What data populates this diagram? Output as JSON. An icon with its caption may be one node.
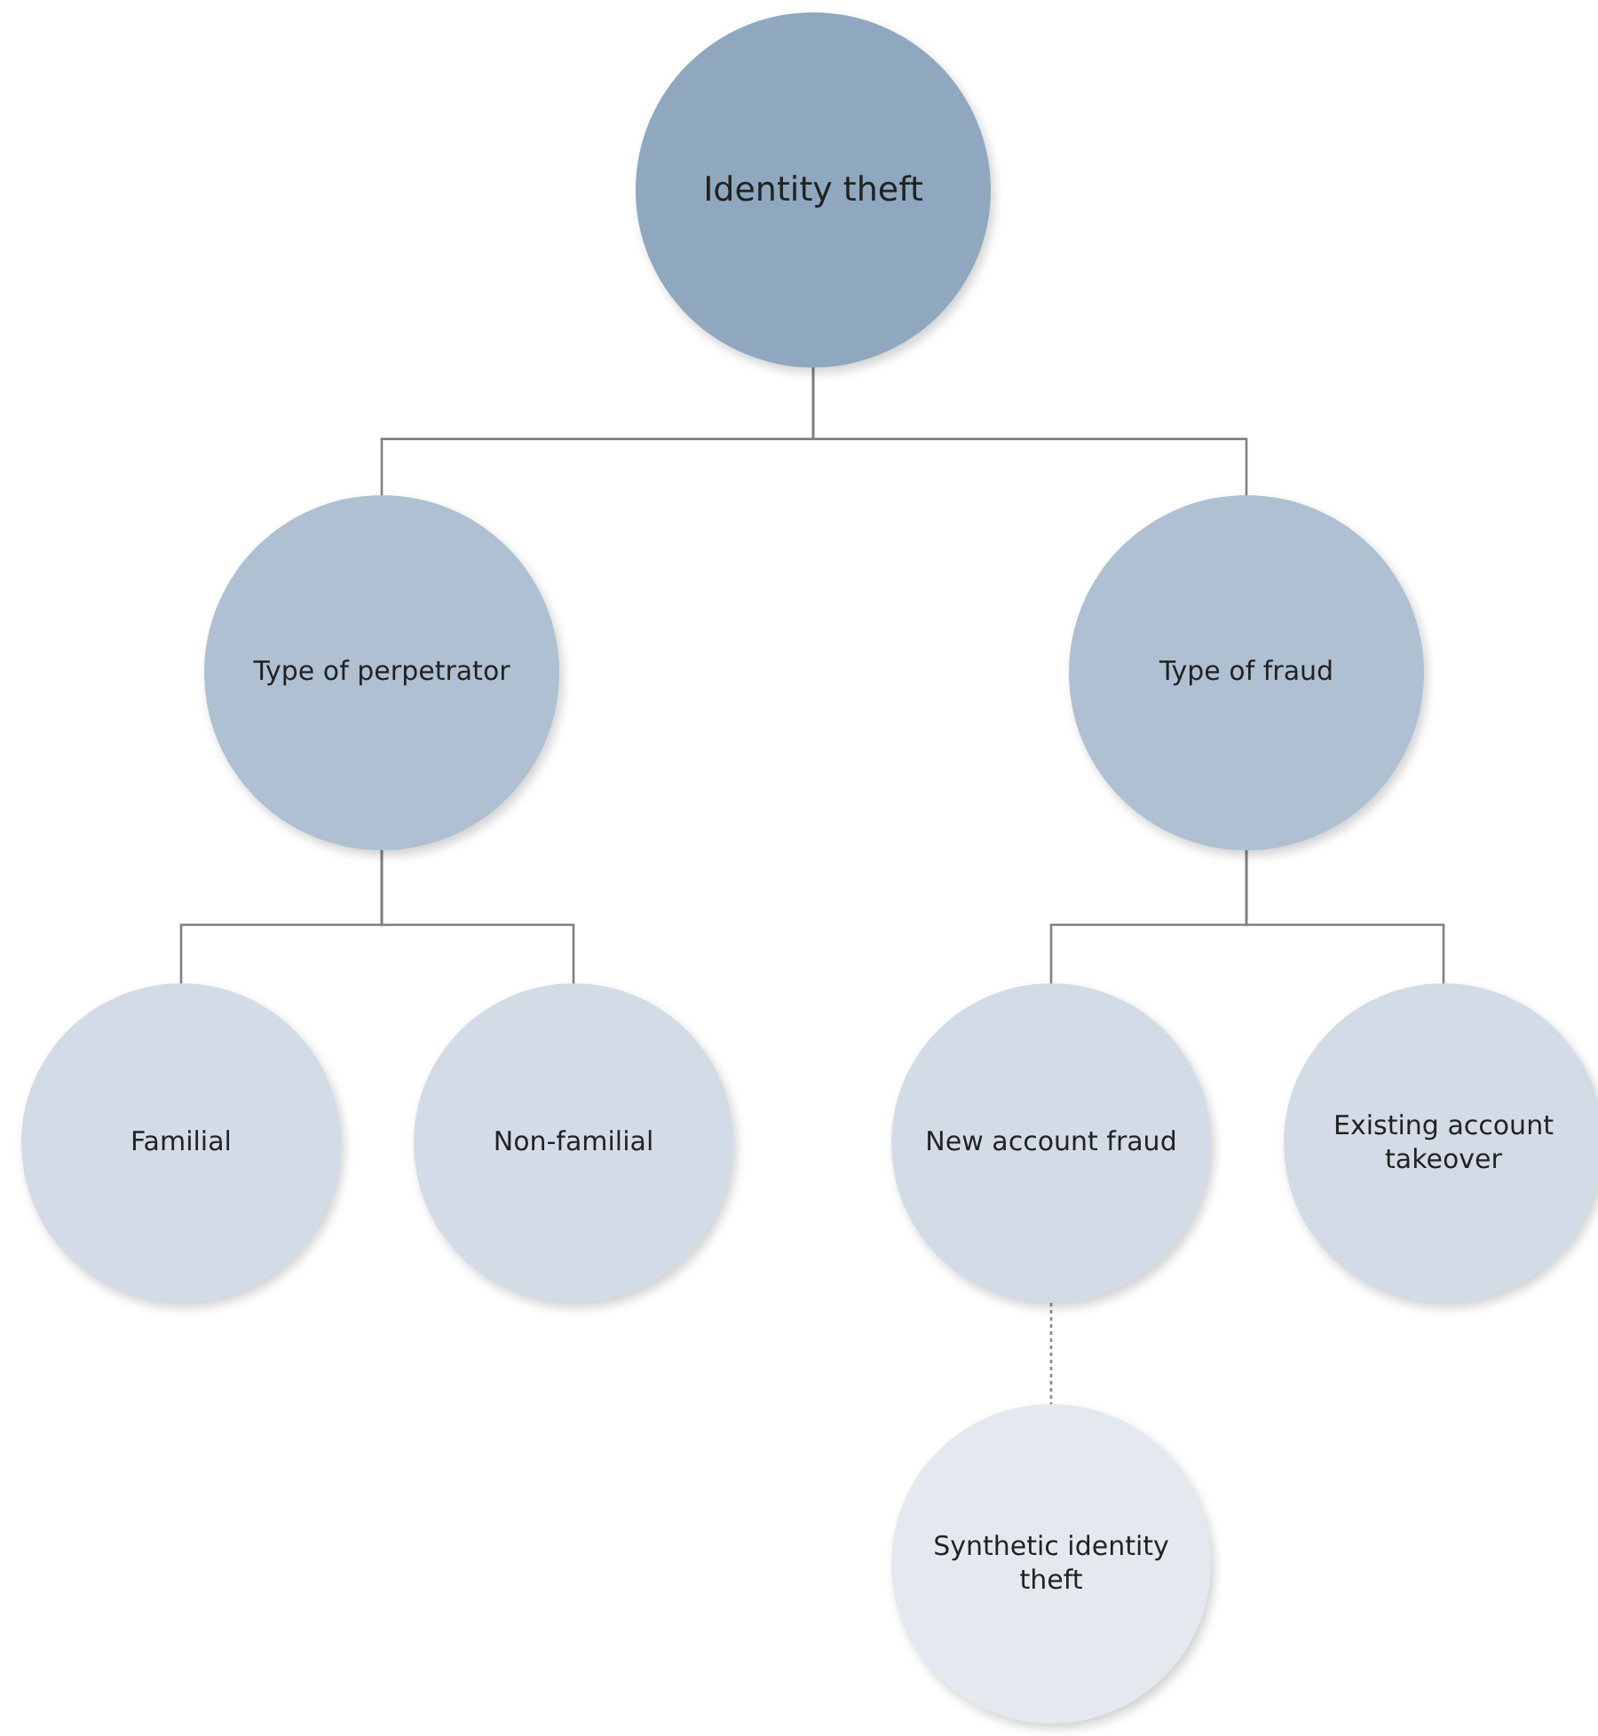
{
  "diagram": {
    "nodes": [
      {
        "text": [
          "Identity theft"
        ]
      },
      {
        "text": [
          "Type of perpetrator"
        ]
      },
      {
        "text": [
          "Type of fraud"
        ]
      },
      {
        "text": [
          "Familial"
        ]
      },
      {
        "text": [
          "Non-familial"
        ]
      },
      {
        "text": [
          "New account fraud"
        ]
      },
      {
        "text": [
          "Existing account takeover"
        ]
      },
      {
        "text": [
          "Synthetic identity theft"
        ]
      }
    ],
    "edges": [
      {
        "from": 0,
        "to": 1,
        "arrow": "none"
      },
      {
        "from": 0,
        "to": 2,
        "arrow": "none"
      },
      {
        "from": 1,
        "to": 3,
        "arrow": "none"
      },
      {
        "from": 1,
        "to": 4,
        "arrow": "none"
      },
      {
        "from": 2,
        "to": 5,
        "arrow": "none"
      },
      {
        "from": 2,
        "to": 6,
        "arrow": "none"
      },
      {
        "from": 5,
        "to": 7,
        "arrow": "none",
        "style": "dashed"
      }
    ]
  }
}
